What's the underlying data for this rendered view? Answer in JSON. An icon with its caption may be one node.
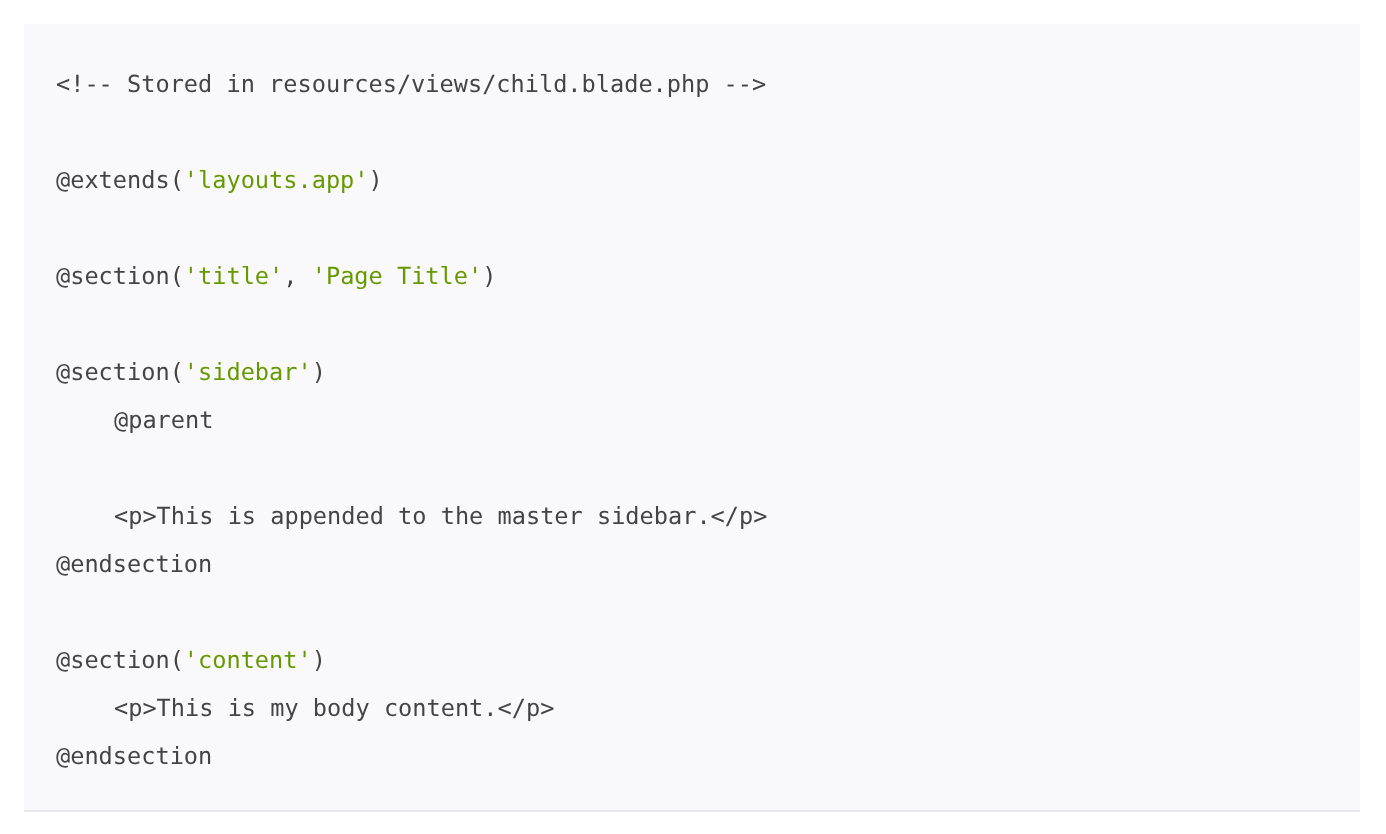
{
  "diagram": {
    "labels": [
      "<!-- Stored in resources/views/child.blade.php -->",
      "@extends('layouts.app')",
      "@section('title', 'Page Title')",
      "@section('sidebar')",
      "@parent",
      "<p>This is appended to the master sidebar.</p>",
      "@endsection",
      "@section('content')",
      "<p>This is my body content.</p>",
      "@endsection"
    ]
  }
}
